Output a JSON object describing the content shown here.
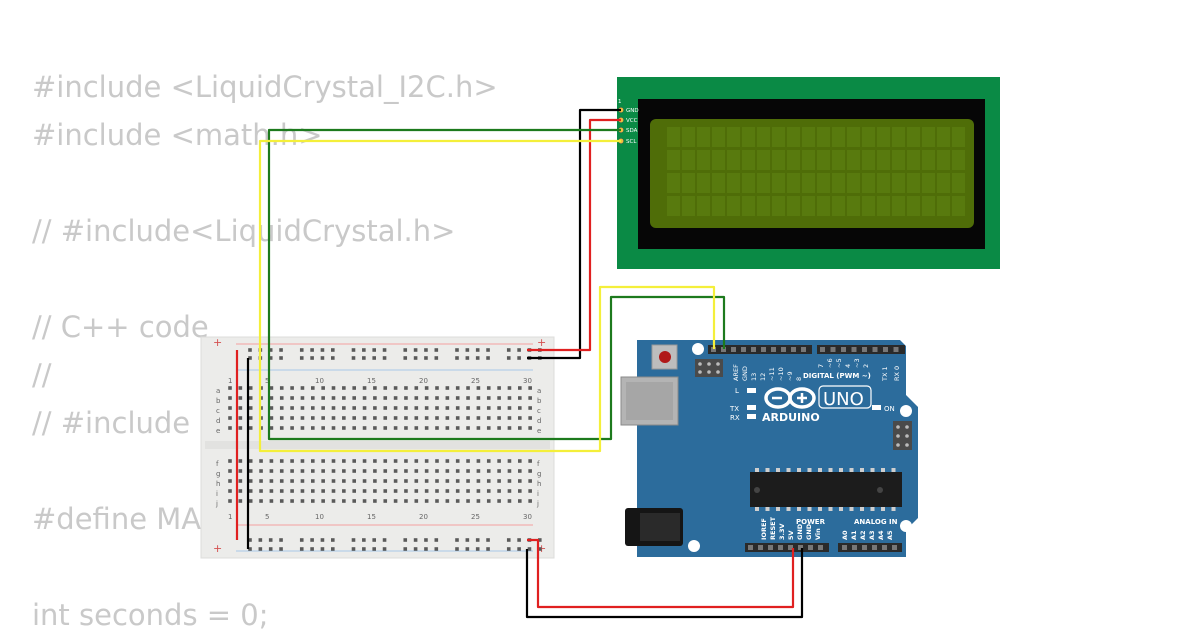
{
  "code": {
    "lines": [
      "#include <LiquidCrystal_I2C.h>",
      "#include <math.h>",
      "",
      "// #include<LiquidCrystal.h>",
      "",
      "// C++ code",
      "//",
      "// #include <LiquidCrystal_I2C.h>",
      "",
      "#define MAX",
      "",
      "int seconds = 0;"
    ]
  },
  "lcd": {
    "pins": [
      "GND",
      "VCC",
      "SDA",
      "SCL"
    ],
    "pin_number": "1",
    "colors": {
      "board": "#0a8a45",
      "bezel": "#060606",
      "screen": "#4f6d08"
    }
  },
  "breadboard": {
    "top_numbers": [
      "1",
      "5",
      "10",
      "15",
      "20",
      "25",
      "30"
    ],
    "bottom_numbers": [
      "1",
      "5",
      "10",
      "15",
      "20",
      "25",
      "30"
    ],
    "row_letters_top": [
      "a",
      "b",
      "c",
      "d",
      "e"
    ],
    "row_letters_bottom": [
      "f",
      "g",
      "h",
      "i",
      "j"
    ],
    "rail_plus": "+",
    "rail_minus": "-"
  },
  "arduino": {
    "brand": "ARDUINO",
    "model": "UNO",
    "digital_label": "DIGITAL (PWM ~)",
    "digital_pins": [
      "AREF",
      "GND",
      "13",
      "12",
      "~11",
      "~10",
      "~9",
      "8",
      "7",
      "~6",
      "~5",
      "4",
      "~3",
      "2",
      "TX 1",
      "RX 0"
    ],
    "power_label": "POWER",
    "power_pins": [
      "IOREF",
      "RESET",
      "3.3V",
      "5V",
      "GND",
      "GND",
      "Vin"
    ],
    "analog_label": "ANALOG IN",
    "analog_pins": [
      "A0",
      "A1",
      "A2",
      "A3",
      "A4",
      "A5"
    ],
    "led_labels": [
      "L",
      "TX",
      "RX",
      "ON"
    ],
    "colors": {
      "board": "#2c6c9c",
      "header": "#2a2a2a"
    }
  },
  "wire_colors": {
    "gnd": "#000000",
    "vcc": "#e02020",
    "sda": "#1d7a1d",
    "scl": "#f4ef3a"
  }
}
